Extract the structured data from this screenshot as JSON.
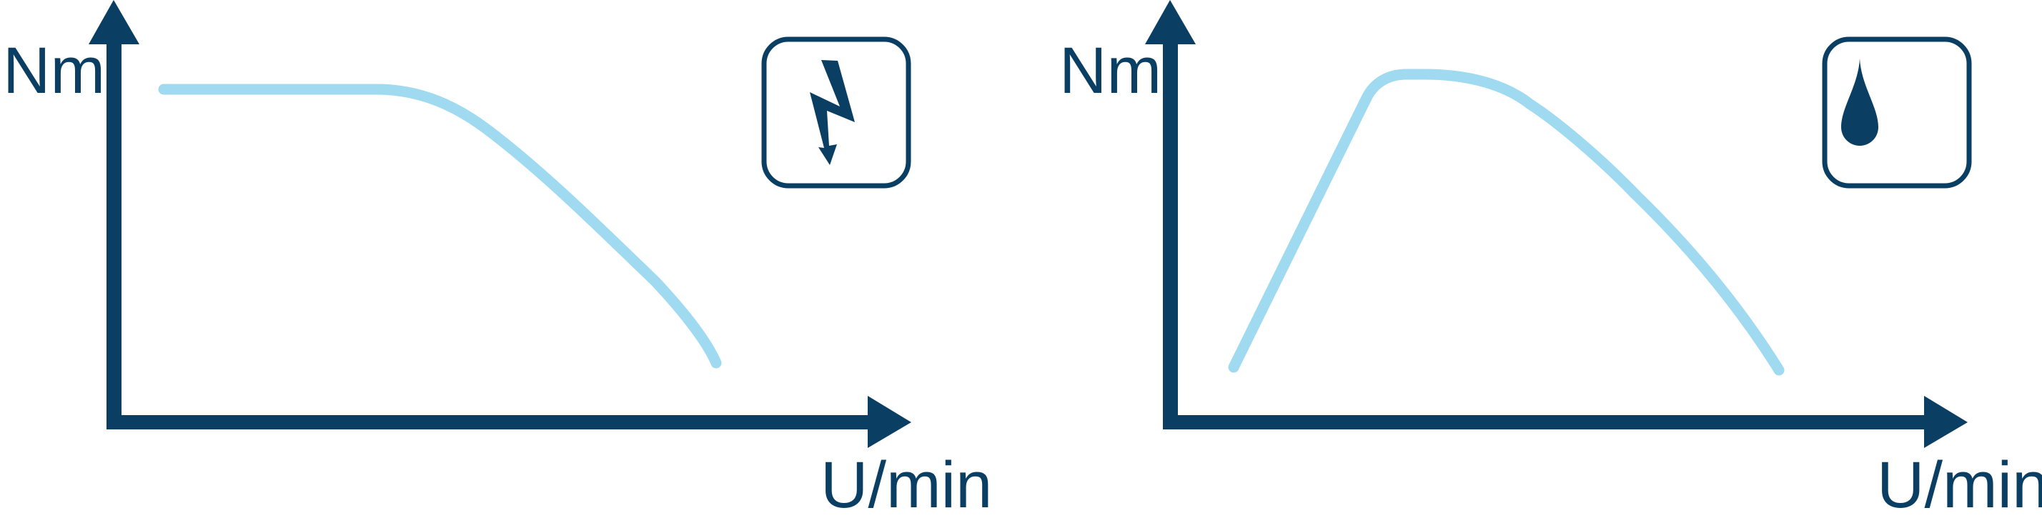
{
  "colors": {
    "axis": "#0a3f63",
    "curve": "#9fdaf0"
  },
  "charts": [
    {
      "y_label": "Nm",
      "x_label": "U/min",
      "icon": "lightning-bolt-icon",
      "curve": "electric-motor-torque"
    },
    {
      "y_label": "Nm",
      "x_label": "U/min",
      "icon": "fuel-drop-icon",
      "curve": "combustion-engine-torque"
    }
  ]
}
